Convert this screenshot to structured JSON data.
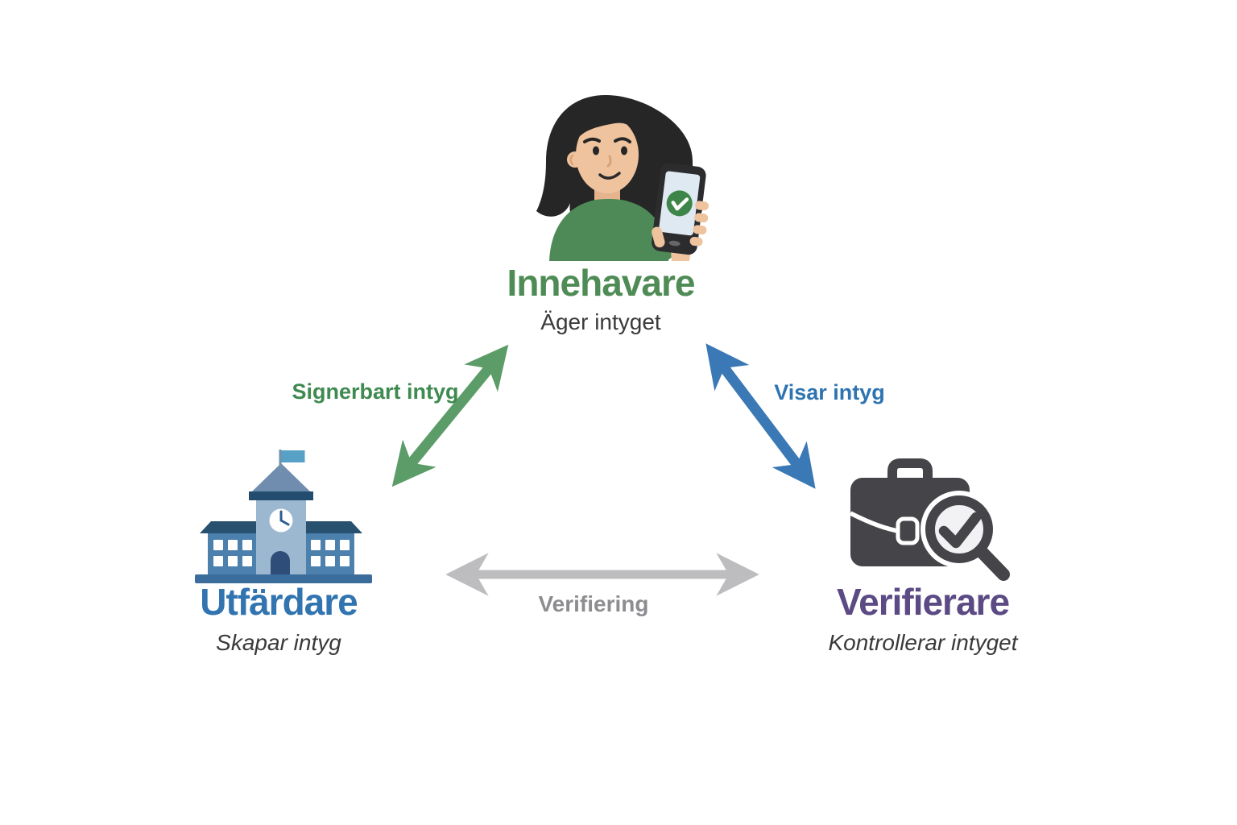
{
  "diagram": {
    "description": "Trust triangle for verifiable credentials (Swedish)",
    "nodes": {
      "holder": {
        "title": "Innehavare",
        "subtitle": "Äger intyget",
        "icon": "person-holding-phone-with-check-icon",
        "title_color": "#4e8b55"
      },
      "issuer": {
        "title": "Utfärdare",
        "subtitle": "Skapar intyg",
        "icon": "school-building-icon",
        "title_color": "#3174b0"
      },
      "verifier": {
        "title": "Verifierare",
        "subtitle": "Kontrollerar intyget",
        "icon": "briefcase-magnifier-check-icon",
        "title_color": "#5b4a84"
      }
    },
    "edges": [
      {
        "from": "issuer",
        "to": "holder",
        "label": "Signerbart intyg",
        "direction": "bidirectional",
        "arrow_color": "#5c9c68",
        "label_color": "#3e8a50"
      },
      {
        "from": "holder",
        "to": "verifier",
        "label": "Visar intyg",
        "direction": "bidirectional",
        "arrow_color": "#3a79b5",
        "label_color": "#2e74b1"
      },
      {
        "from": "issuer",
        "to": "verifier",
        "label": "Verifiering",
        "direction": "bidirectional",
        "arrow_color": "#bdbdc0",
        "label_color": "#8d8d91"
      }
    ],
    "colors": {
      "background": "#ffffff",
      "subtitle_text": "#3a3a3a",
      "phone_check_green": "#3e8549",
      "shirt_green": "#4e8a57",
      "building_blue": "#4c80ad",
      "briefcase_charcoal": "#454448"
    }
  }
}
